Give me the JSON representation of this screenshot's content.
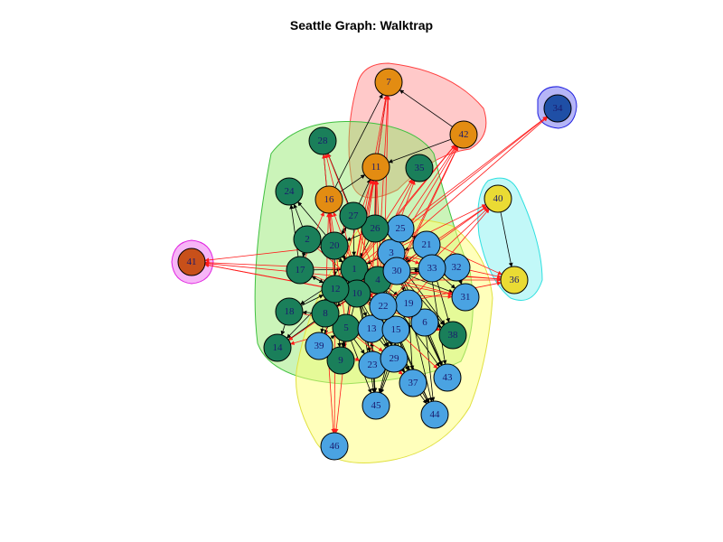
{
  "title": "Seattle Graph: Walktrap",
  "community_colors": {
    "green": "#1a7f5a",
    "orange": "#e38c12",
    "blue": "#4aa3e2",
    "yellow": "#eadb34",
    "darkblue": "#1f4fa6",
    "rust": "#c8501a"
  },
  "hull_colors": {
    "red": "rgba(255,120,120,0.40)",
    "green": "rgba(140,230,100,0.45)",
    "yellow": "rgba(255,255,120,0.50)",
    "cyan": "rgba(120,240,240,0.45)",
    "blue": "rgba(120,120,240,0.55)",
    "magenta": "rgba(240,120,240,0.55)"
  },
  "nodes": [
    {
      "id": "1",
      "c": "green"
    },
    {
      "id": "2",
      "c": "green"
    },
    {
      "id": "3",
      "c": "blue"
    },
    {
      "id": "4",
      "c": "green"
    },
    {
      "id": "5",
      "c": "green"
    },
    {
      "id": "6",
      "c": "blue"
    },
    {
      "id": "7",
      "c": "orange"
    },
    {
      "id": "8",
      "c": "green"
    },
    {
      "id": "9",
      "c": "green"
    },
    {
      "id": "10",
      "c": "green"
    },
    {
      "id": "11",
      "c": "orange"
    },
    {
      "id": "12",
      "c": "green"
    },
    {
      "id": "13",
      "c": "blue"
    },
    {
      "id": "14",
      "c": "green"
    },
    {
      "id": "15",
      "c": "blue"
    },
    {
      "id": "16",
      "c": "orange"
    },
    {
      "id": "17",
      "c": "green"
    },
    {
      "id": "18",
      "c": "green"
    },
    {
      "id": "19",
      "c": "blue"
    },
    {
      "id": "20",
      "c": "green"
    },
    {
      "id": "21",
      "c": "blue"
    },
    {
      "id": "22",
      "c": "blue"
    },
    {
      "id": "23",
      "c": "blue"
    },
    {
      "id": "24",
      "c": "green"
    },
    {
      "id": "25",
      "c": "blue"
    },
    {
      "id": "26",
      "c": "green"
    },
    {
      "id": "27",
      "c": "green"
    },
    {
      "id": "28",
      "c": "green"
    },
    {
      "id": "29",
      "c": "blue"
    },
    {
      "id": "30",
      "c": "blue"
    },
    {
      "id": "31",
      "c": "blue"
    },
    {
      "id": "32",
      "c": "blue"
    },
    {
      "id": "33",
      "c": "blue"
    },
    {
      "id": "34",
      "c": "darkblue"
    },
    {
      "id": "35",
      "c": "green"
    },
    {
      "id": "36",
      "c": "yellow"
    },
    {
      "id": "37",
      "c": "blue"
    },
    {
      "id": "38",
      "c": "green"
    },
    {
      "id": "39",
      "c": "blue"
    },
    {
      "id": "40",
      "c": "yellow"
    },
    {
      "id": "41",
      "c": "rust"
    },
    {
      "id": "42",
      "c": "orange"
    },
    {
      "id": "43",
      "c": "blue"
    },
    {
      "id": "44",
      "c": "blue"
    },
    {
      "id": "45",
      "c": "blue"
    },
    {
      "id": "46",
      "c": "blue"
    }
  ]
}
